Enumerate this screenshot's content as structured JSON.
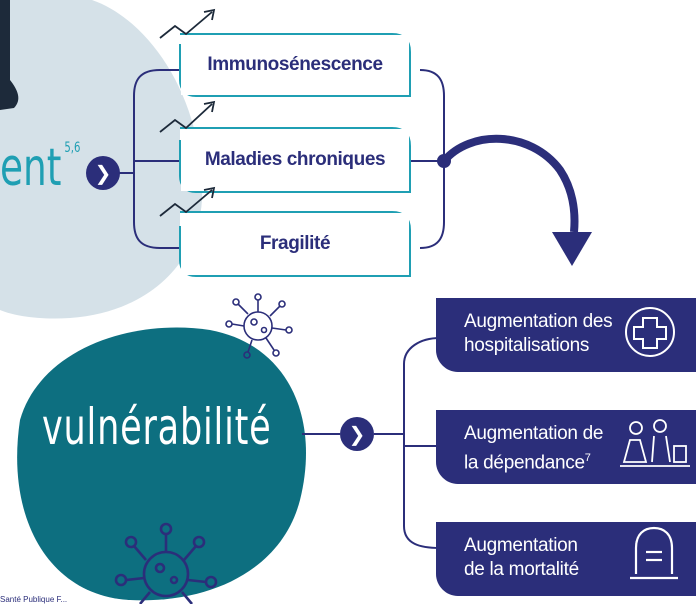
{
  "left_top": {
    "partial_word": "ent",
    "superscript": "5,6"
  },
  "factors": [
    {
      "label": "Immunosénescence"
    },
    {
      "label": "Maladies chroniques"
    },
    {
      "label": "Fragilité"
    }
  ],
  "vulnerability": {
    "label": "vulnérabilité"
  },
  "outcomes": [
    {
      "line1": "Augmentation des",
      "line2": "hospitalisations",
      "sup": "",
      "icon": "hospital-cross-icon"
    },
    {
      "line1": "Augmentation de",
      "line2": "la dépendance",
      "sup": "7",
      "icon": "elderly-dependence-icon"
    },
    {
      "line1": "Augmentation",
      "line2": "de la mortalité",
      "sup": "",
      "icon": "gravestone-icon"
    }
  ],
  "footnote": "Santé Publique F...",
  "colors": {
    "navy": "#2b2e7a",
    "teal": "#1f9fb3",
    "dark_teal": "#0d6f80",
    "pale_blue": "#d5e1e8"
  }
}
